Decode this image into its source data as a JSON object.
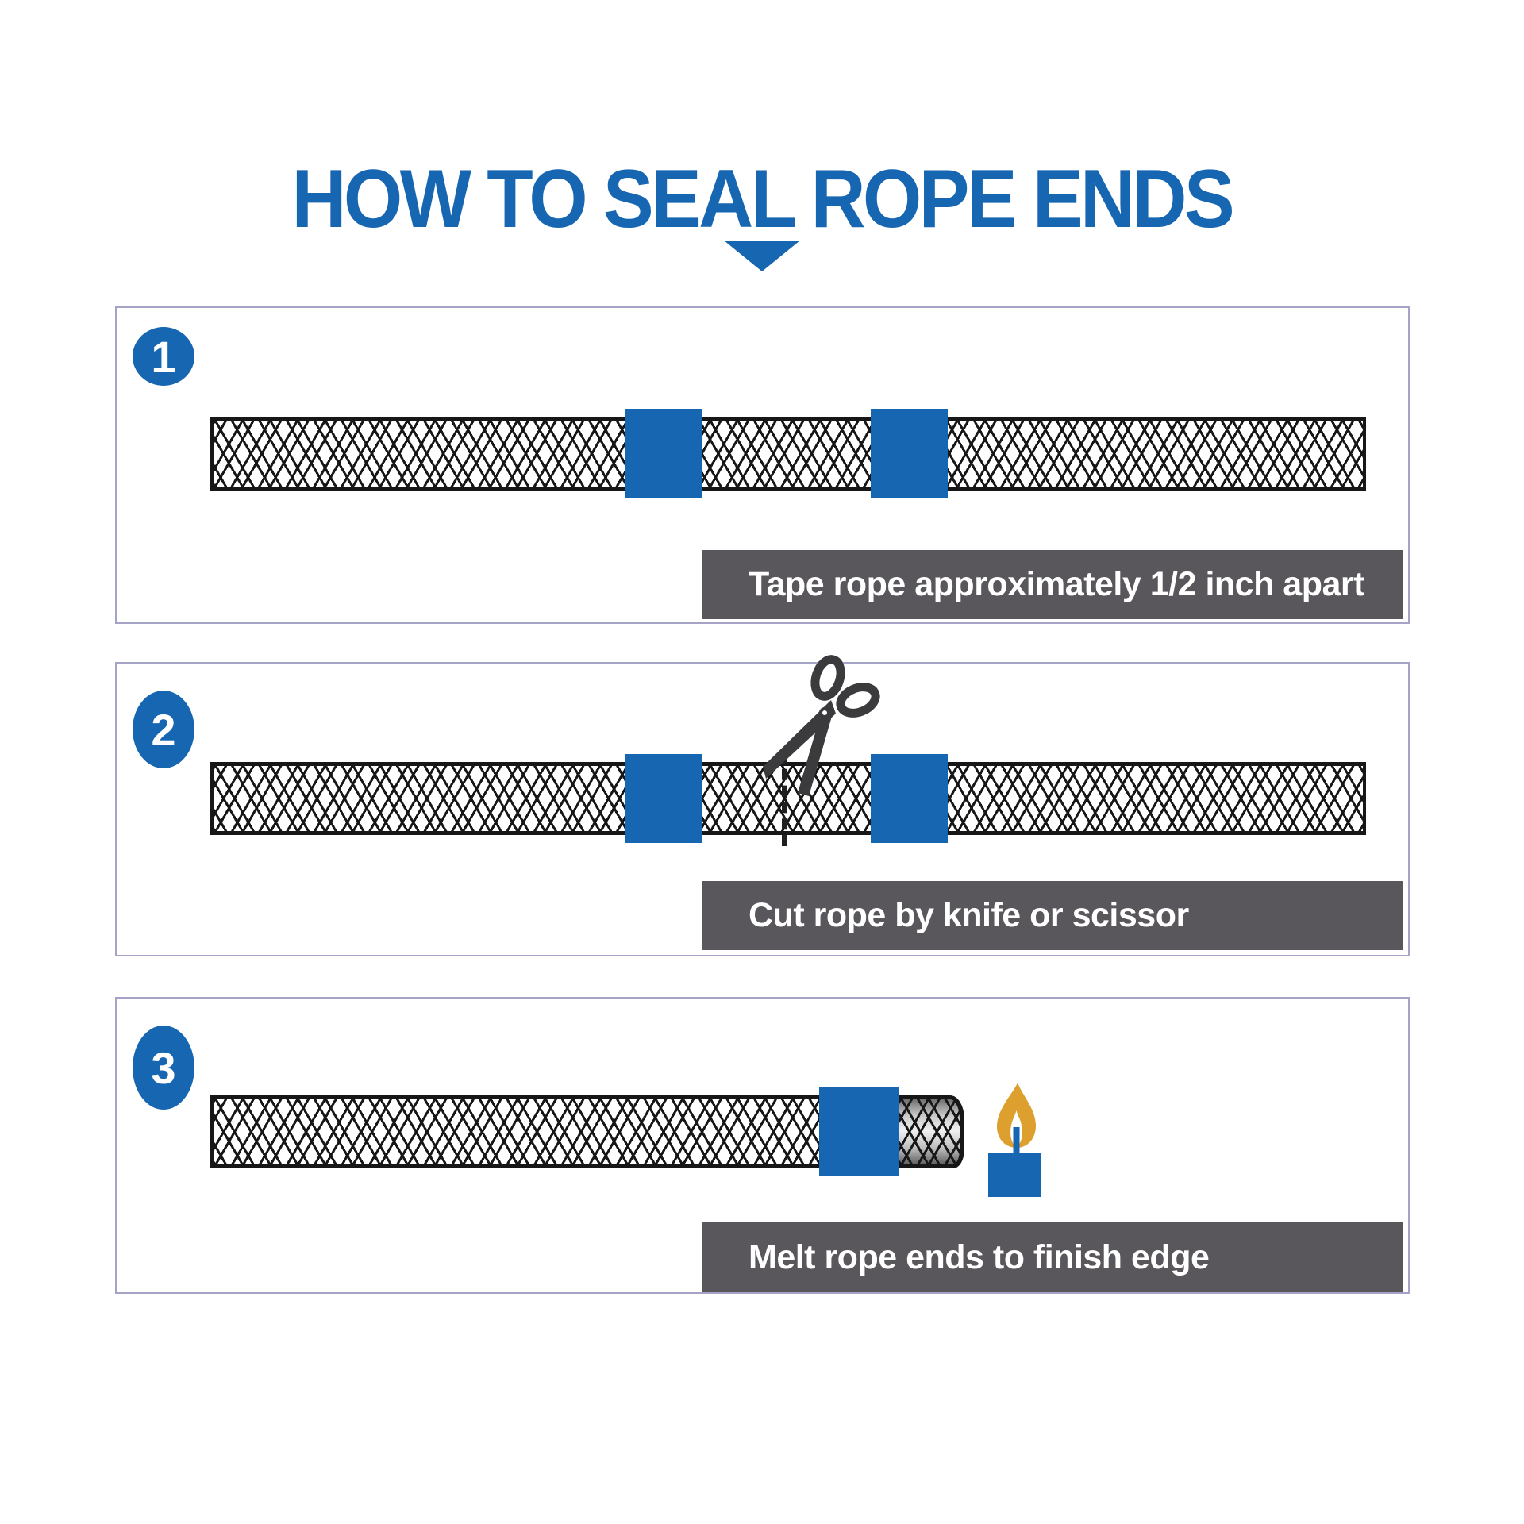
{
  "title": {
    "text": "HOW TO SEAL ROPE ENDS"
  },
  "colors": {
    "accent_blue": "#1666b1",
    "flame_gold": "#dd9f2d",
    "caption_bg": "#59565c",
    "caption_text": "#ffffff",
    "rope_line": "#171717",
    "panel_border": "#a5a3c6",
    "scissors": "#3b3a3c"
  },
  "steps": [
    {
      "number": "1",
      "caption": "Tape rope approximately 1/2 inch apart",
      "icons": [
        "tape-band"
      ]
    },
    {
      "number": "2",
      "caption": "Cut rope by knife or scissor",
      "icons": [
        "tape-band",
        "scissors-icon",
        "cut-line"
      ]
    },
    {
      "number": "3",
      "caption": "Melt rope ends to finish edge",
      "icons": [
        "tape-band",
        "melted-rope-end",
        "candle-icon",
        "flame-icon"
      ]
    }
  ]
}
